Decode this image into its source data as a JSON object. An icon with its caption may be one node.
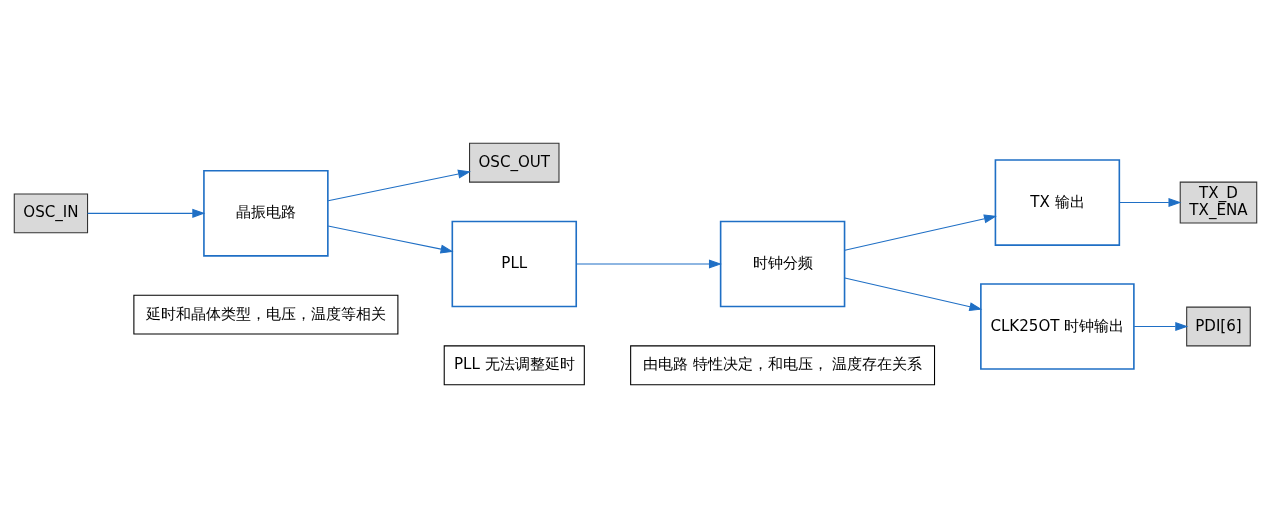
{
  "diagram": {
    "nodes": [
      {
        "text": [
          "OSC_IN"
        ]
      },
      {
        "text": [
          "晶振电路"
        ]
      },
      {
        "text": [
          "OSC_OUT"
        ]
      },
      {
        "text": [
          "PLL"
        ]
      },
      {
        "text": [
          "时钟分频"
        ]
      },
      {
        "text": [
          "TX 输出"
        ]
      },
      {
        "text": [
          "TX_D",
          "TX_ENA"
        ]
      },
      {
        "text": [
          "CLK25OT 时钟输出"
        ]
      },
      {
        "text": [
          "PDI[6]"
        ]
      },
      {
        "text": [
          "延时和晶体类型，电压，温度等相关"
        ]
      },
      {
        "text": [
          "PLL 无法调整延时"
        ]
      },
      {
        "text": [
          "由电路 特性决定，和电压， 温度存在关系"
        ]
      }
    ],
    "edges": [
      {
        "from": 0,
        "to": 1,
        "arrow": "to"
      },
      {
        "from": 1,
        "to": 2,
        "arrow": "to"
      },
      {
        "from": 1,
        "to": 3,
        "arrow": "to"
      },
      {
        "from": 3,
        "to": 4,
        "arrow": "to"
      },
      {
        "from": 4,
        "to": 5,
        "arrow": "to"
      },
      {
        "from": 4,
        "to": 7,
        "arrow": "to"
      },
      {
        "from": 5,
        "to": 6,
        "arrow": "to"
      },
      {
        "from": 7,
        "to": 8,
        "arrow": "to"
      }
    ]
  }
}
